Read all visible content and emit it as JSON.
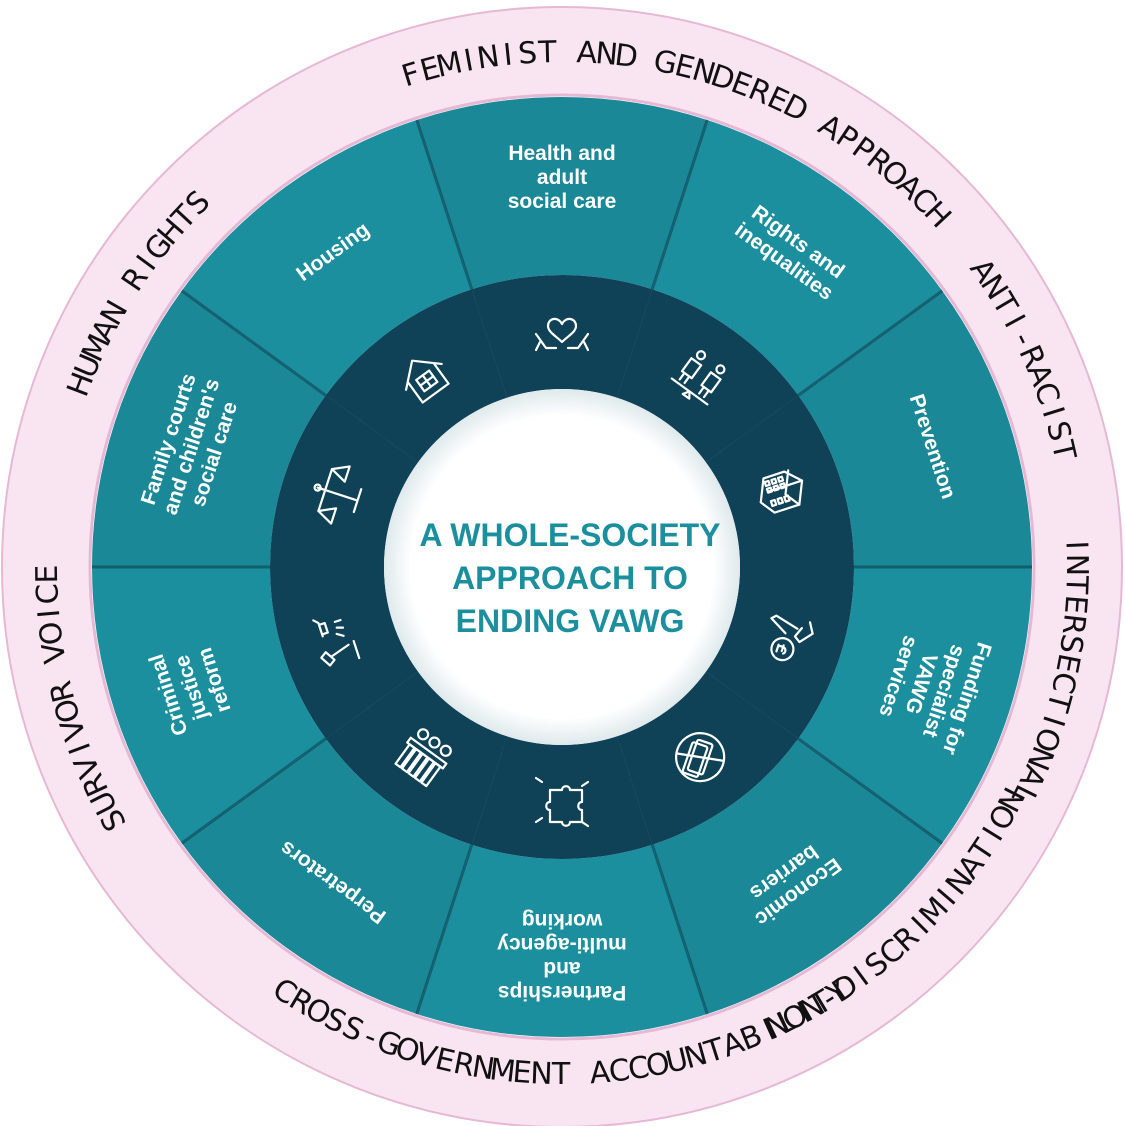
{
  "center": {
    "lines": [
      "A WHOLE-SOCIETY",
      "APPROACH TO",
      "ENDING VAWG"
    ]
  },
  "principles": [
    {
      "label": "FEMINIST AND GENDERED APPROACH",
      "icon": ""
    },
    {
      "label": "ANTI-RACIST"
    },
    {
      "label": "INTERSECTIONAL"
    },
    {
      "label": "NON-DISCRIMINATION"
    },
    {
      "label": "CROSS-GOVERNMENT ACCOUNTABILITY"
    },
    {
      "label": "SURVIVOR VOICE"
    },
    {
      "label": "HUMAN RIGHTS"
    }
  ],
  "segments": [
    {
      "lines": [
        "Rights and",
        "inequalities"
      ],
      "icon": "balance-people-icon"
    },
    {
      "lines": [
        "Prevention"
      ],
      "icon": "buildings-icon"
    },
    {
      "lines": [
        "Funding for",
        "specialist",
        "VAWG",
        "services"
      ],
      "icon": "hand-coin-icon"
    },
    {
      "lines": [
        "Economic",
        "barriers"
      ],
      "icon": "no-money-icon"
    },
    {
      "lines": [
        "Partnerships",
        "and",
        "multi-agency",
        "working"
      ],
      "icon": "puzzle-hands-icon"
    },
    {
      "lines": [
        "Perpetrators"
      ],
      "icon": "group-figures-icon"
    },
    {
      "lines": [
        "Criminal",
        "justice",
        "reform"
      ],
      "icon": "gavel-camera-icon"
    },
    {
      "lines": [
        "Family courts",
        "and children's",
        "social care"
      ],
      "icon": "scales-icon"
    },
    {
      "lines": [
        "Housing"
      ],
      "icon": "house-icon"
    },
    {
      "lines": [
        "Health and",
        "adult",
        "social care"
      ],
      "icon": "heart-hands-icon"
    }
  ],
  "colors": {
    "outer_ring": "#f9e5f1",
    "outer_ring_border": "#e6b8d4",
    "segment": "#1b8f9e",
    "segment_alt": "#1a8896",
    "inner_ring": "#0f4257",
    "divider": "#0b3a4a",
    "center_fill": "#ffffff",
    "center_text": "#1b8f9e"
  }
}
